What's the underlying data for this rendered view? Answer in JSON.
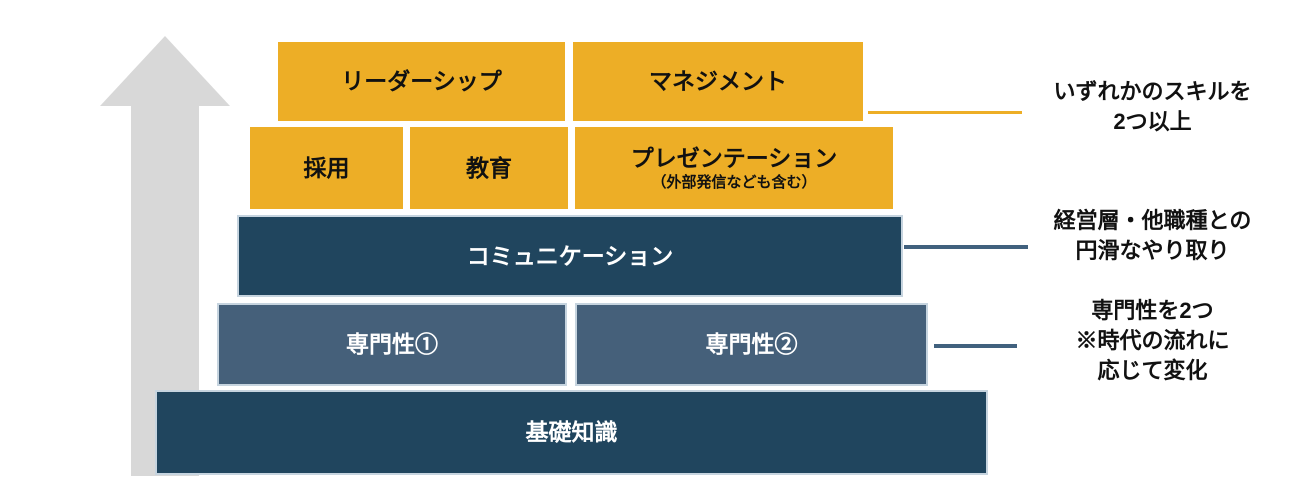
{
  "colors": {
    "box_yellow": "#edae26",
    "box_navy": "#20455e",
    "box_slate": "#45607a",
    "arrow_gray": "#d8d8d8",
    "connector_navy": "#41617e",
    "text_on_yellow": "#111111",
    "text_on_navy": "#ffffff",
    "annotation_text": "#111111",
    "background": "#ffffff"
  },
  "icons": {
    "growth_arrow": "upward-arrow"
  },
  "pyramid": {
    "rows": [
      {
        "boxes": [
          {
            "label": "リーダーシップ"
          },
          {
            "label": "マネジメント"
          }
        ]
      },
      {
        "boxes": [
          {
            "label": "採用"
          },
          {
            "label": "教育"
          },
          {
            "label": "プレゼンテーション",
            "sublabel": "（外部発信なども含む）"
          }
        ]
      },
      {
        "boxes": [
          {
            "label": "コミュニケーション"
          }
        ]
      },
      {
        "boxes": [
          {
            "label": "専門性①"
          },
          {
            "label": "専門性②"
          }
        ]
      },
      {
        "boxes": [
          {
            "label": "基礎知識"
          }
        ]
      }
    ]
  },
  "annotations": [
    {
      "lines": [
        "いずれかのスキルを",
        "2つ以上"
      ]
    },
    {
      "lines": [
        "経営層・他職種との",
        "円滑なやり取り"
      ]
    },
    {
      "lines": [
        "専門性を2つ",
        "※時代の流れに",
        "応じて変化"
      ]
    }
  ]
}
